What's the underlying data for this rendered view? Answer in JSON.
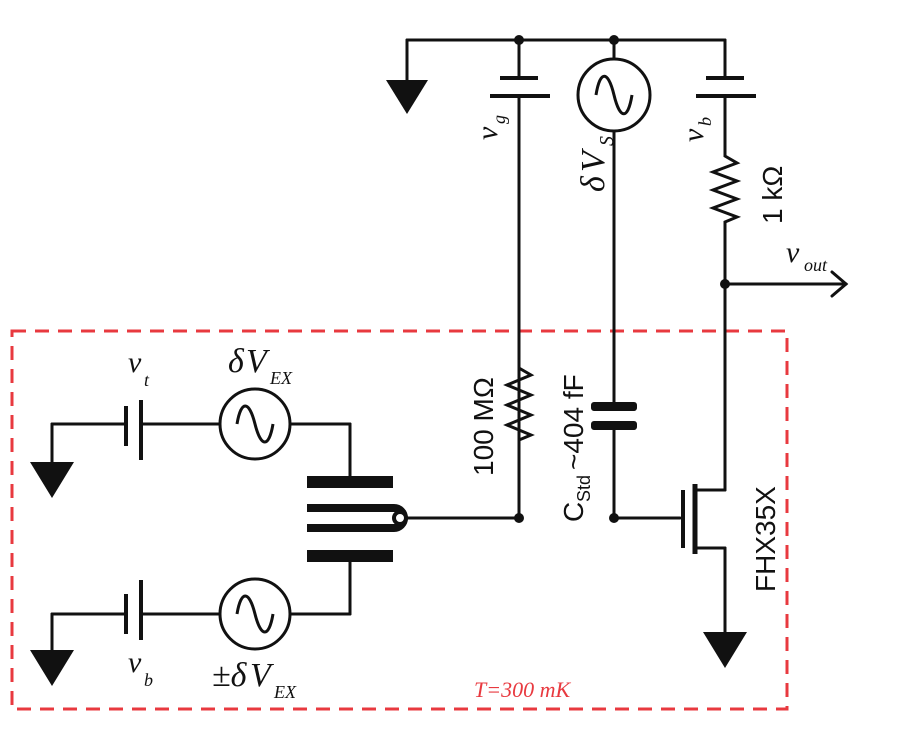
{
  "supply": {
    "vg": {
      "base": "v",
      "sub": "g"
    },
    "dvs": {
      "prefix": "δ",
      "base": "V",
      "sub": "S"
    },
    "vb": {
      "base": "v",
      "sub": "b"
    },
    "r_load": "1 kΩ"
  },
  "output": {
    "base": "v",
    "sub": "out"
  },
  "gate_network": {
    "r_bias": "100 MΩ",
    "c_std": {
      "base": "C",
      "sub": "Std",
      "value": "~404 fF"
    }
  },
  "transistor": {
    "label": "FHX35X"
  },
  "sample": {
    "vt": {
      "base": "v",
      "sub": "t"
    },
    "dvex": {
      "prefix": "δ",
      "base": "V",
      "sub": "EX"
    },
    "vb": {
      "base": "v",
      "sub": "b"
    },
    "neg_dvex": {
      "prefix": "±δ",
      "base": "V",
      "sub": "EX"
    }
  },
  "temperature": "T=300 mK",
  "colors": {
    "wire": "#111111",
    "cryo_box": "#e8393f"
  }
}
